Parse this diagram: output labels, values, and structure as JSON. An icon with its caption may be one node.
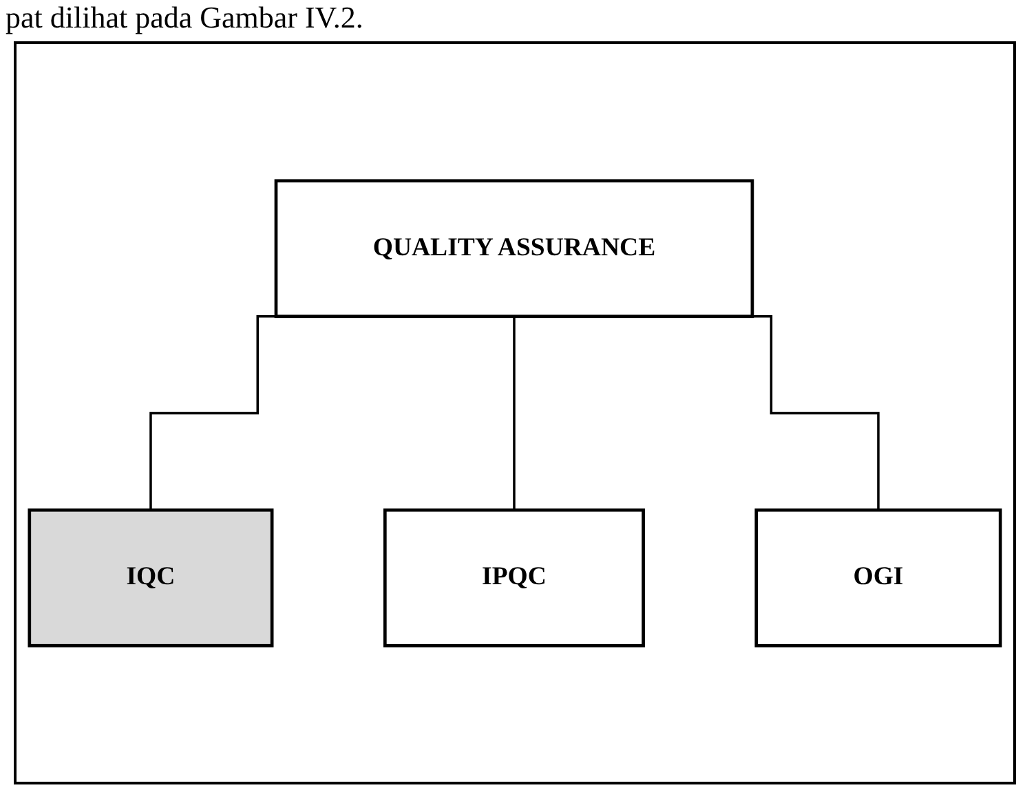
{
  "diagram": {
    "nodes": [
      {
        "text": [
          "QUALITY ASSURANCE"
        ]
      },
      {
        "text": [
          "IQC"
        ]
      },
      {
        "text": [
          "IPQC"
        ]
      },
      {
        "text": [
          "OGI"
        ]
      }
    ],
    "edges": [
      {
        "from": 0,
        "to": 1,
        "arrow": "none"
      },
      {
        "from": 0,
        "to": 2,
        "arrow": "none"
      },
      {
        "from": 0,
        "to": 3,
        "arrow": "none"
      }
    ],
    "labels": [
      "pat dilihat pada Gambar IV.2."
    ]
  }
}
